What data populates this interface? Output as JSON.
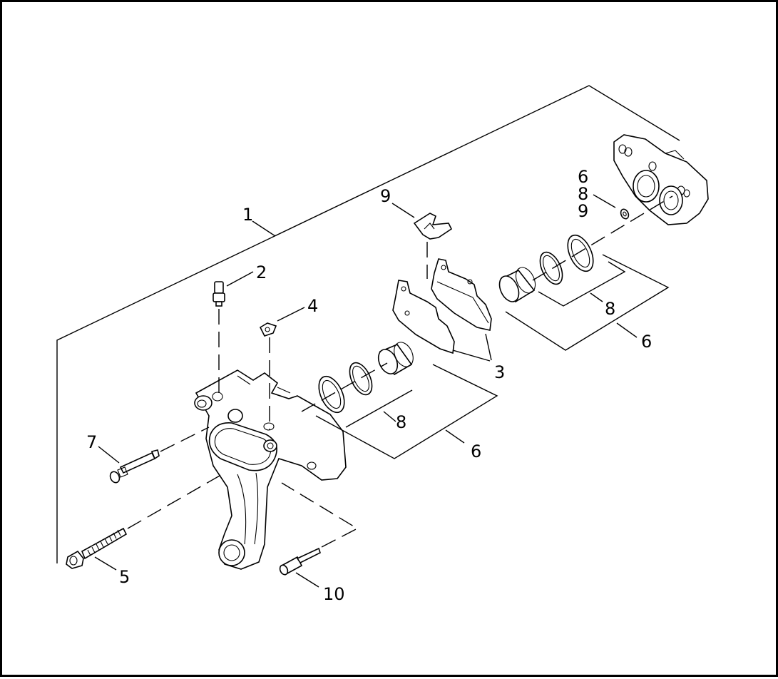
{
  "diagram": {
    "callouts": {
      "c1": "1",
      "c2": "2",
      "c3": "3",
      "c4": "4",
      "c5": "5",
      "c6_left": "6",
      "c6_right": "6",
      "c6_top": "6",
      "c7": "7",
      "c8_left": "8",
      "c8_right": "8",
      "c8_top": "8",
      "c9_left": "9",
      "c9_top": "9",
      "c10": "10"
    }
  }
}
